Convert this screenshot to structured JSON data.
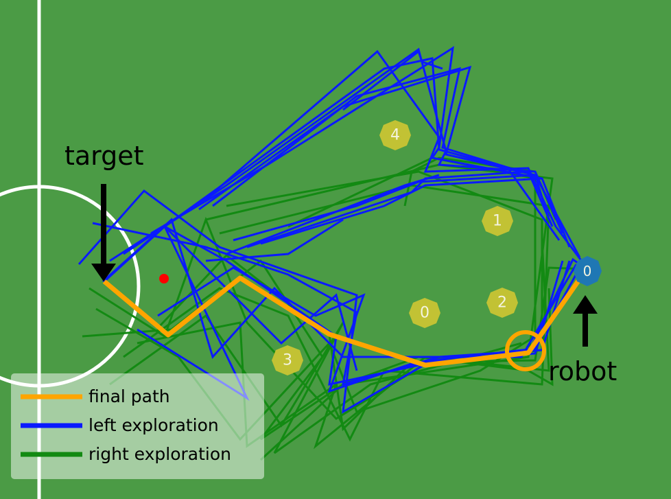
{
  "annotations": {
    "target_label": "target",
    "robot_label": "robot"
  },
  "obstacles": [
    {
      "id": "0",
      "label": "0"
    },
    {
      "id": "1",
      "label": "1"
    },
    {
      "id": "2",
      "label": "2"
    },
    {
      "id": "3",
      "label": "3"
    },
    {
      "id": "4",
      "label": "4"
    }
  ],
  "robot_marker": {
    "label": "0"
  },
  "legend": {
    "items": [
      {
        "label": "final path",
        "color": "#ffa500"
      },
      {
        "label": "left exploration",
        "color": "#0a1aff"
      },
      {
        "label": "right exploration",
        "color": "#138a13"
      }
    ]
  },
  "colors": {
    "field": "#4b9b45",
    "field_lines": "#ffffff",
    "obstacle": "#c2c234",
    "robot": "#1f77b4",
    "target_point": "#ff0000",
    "final_path": "#ffa500",
    "left_exploration": "#0a1aff",
    "right_exploration": "#138a13"
  }
}
